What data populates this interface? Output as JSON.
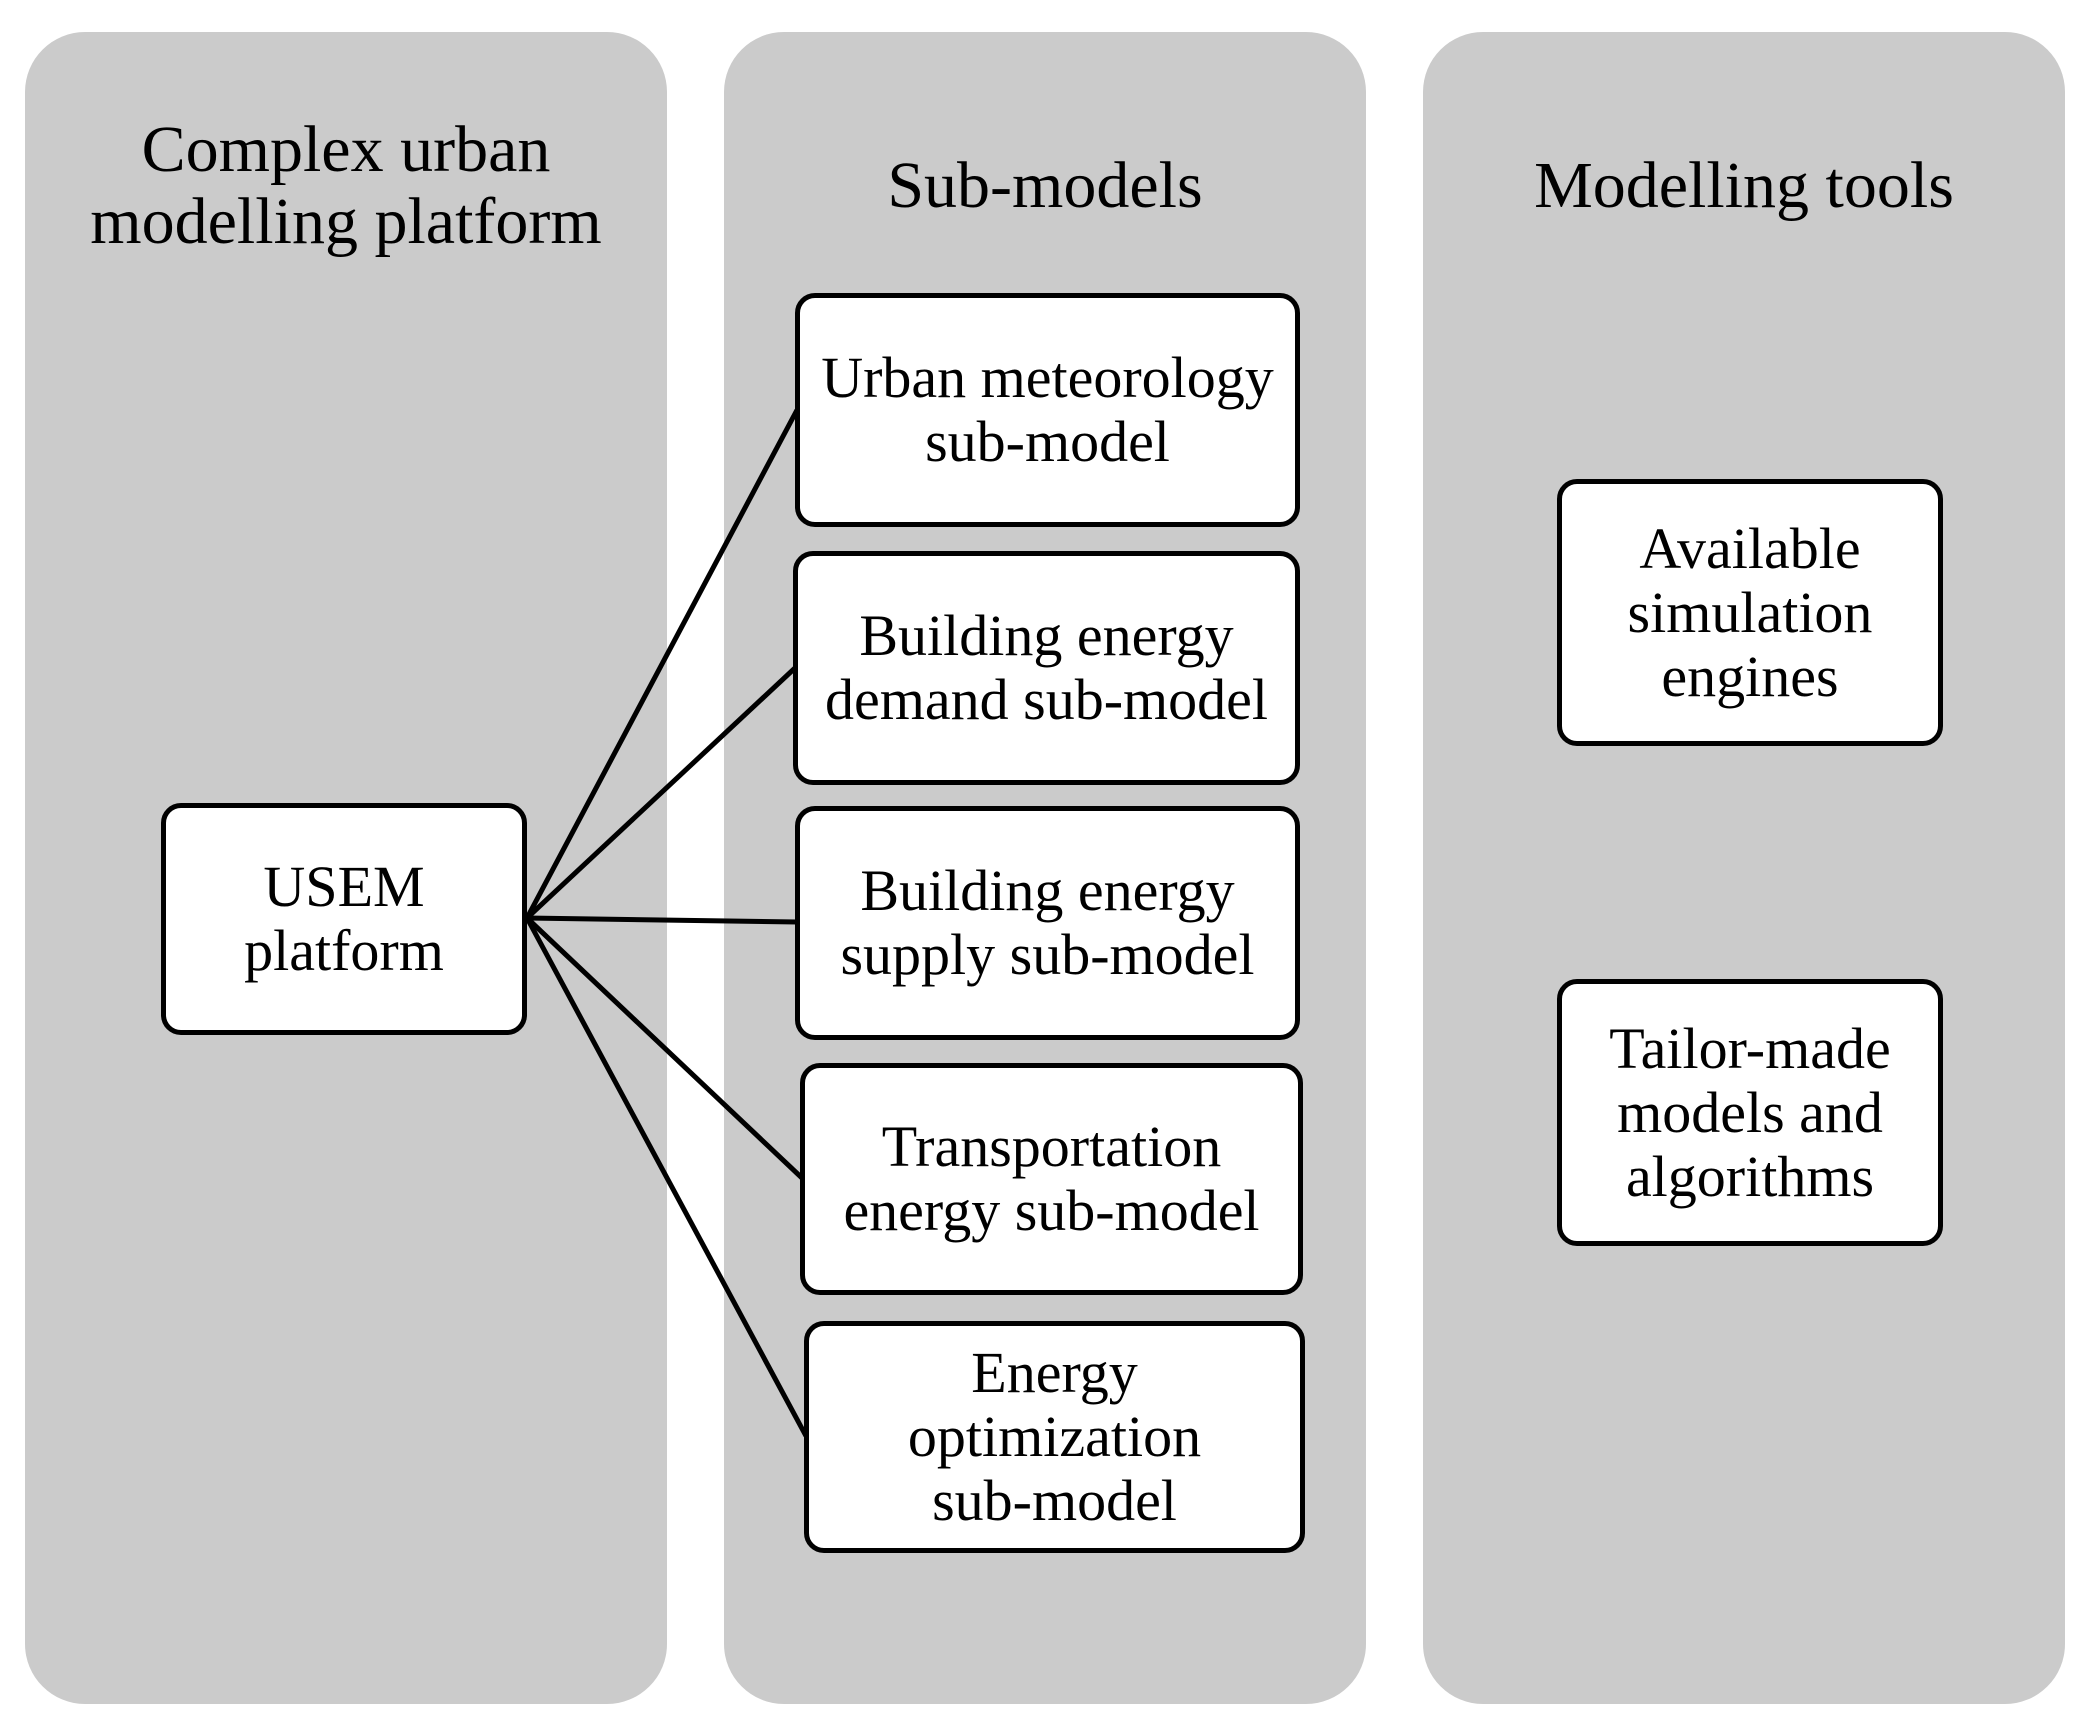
{
  "panels": [
    {
      "title": "Complex urban\nmodelling platform"
    },
    {
      "title": "Sub-models"
    },
    {
      "title": "Modelling tools"
    }
  ],
  "platform_box": "USEM\nplatform",
  "submodels": [
    "Urban meteorology\nsub-model",
    "Building energy\ndemand sub-model",
    "Building energy\nsupply sub-model",
    "Transportation\nenergy sub-model",
    "Energy\noptimization\nsub-model"
  ],
  "tools": [
    "Available\nsimulation\nengines",
    "Tailor-made\nmodels and\nalgorithms"
  ],
  "colors": {
    "panel": "#cbcbcb",
    "box": "#ffffff",
    "line": "#000000"
  }
}
